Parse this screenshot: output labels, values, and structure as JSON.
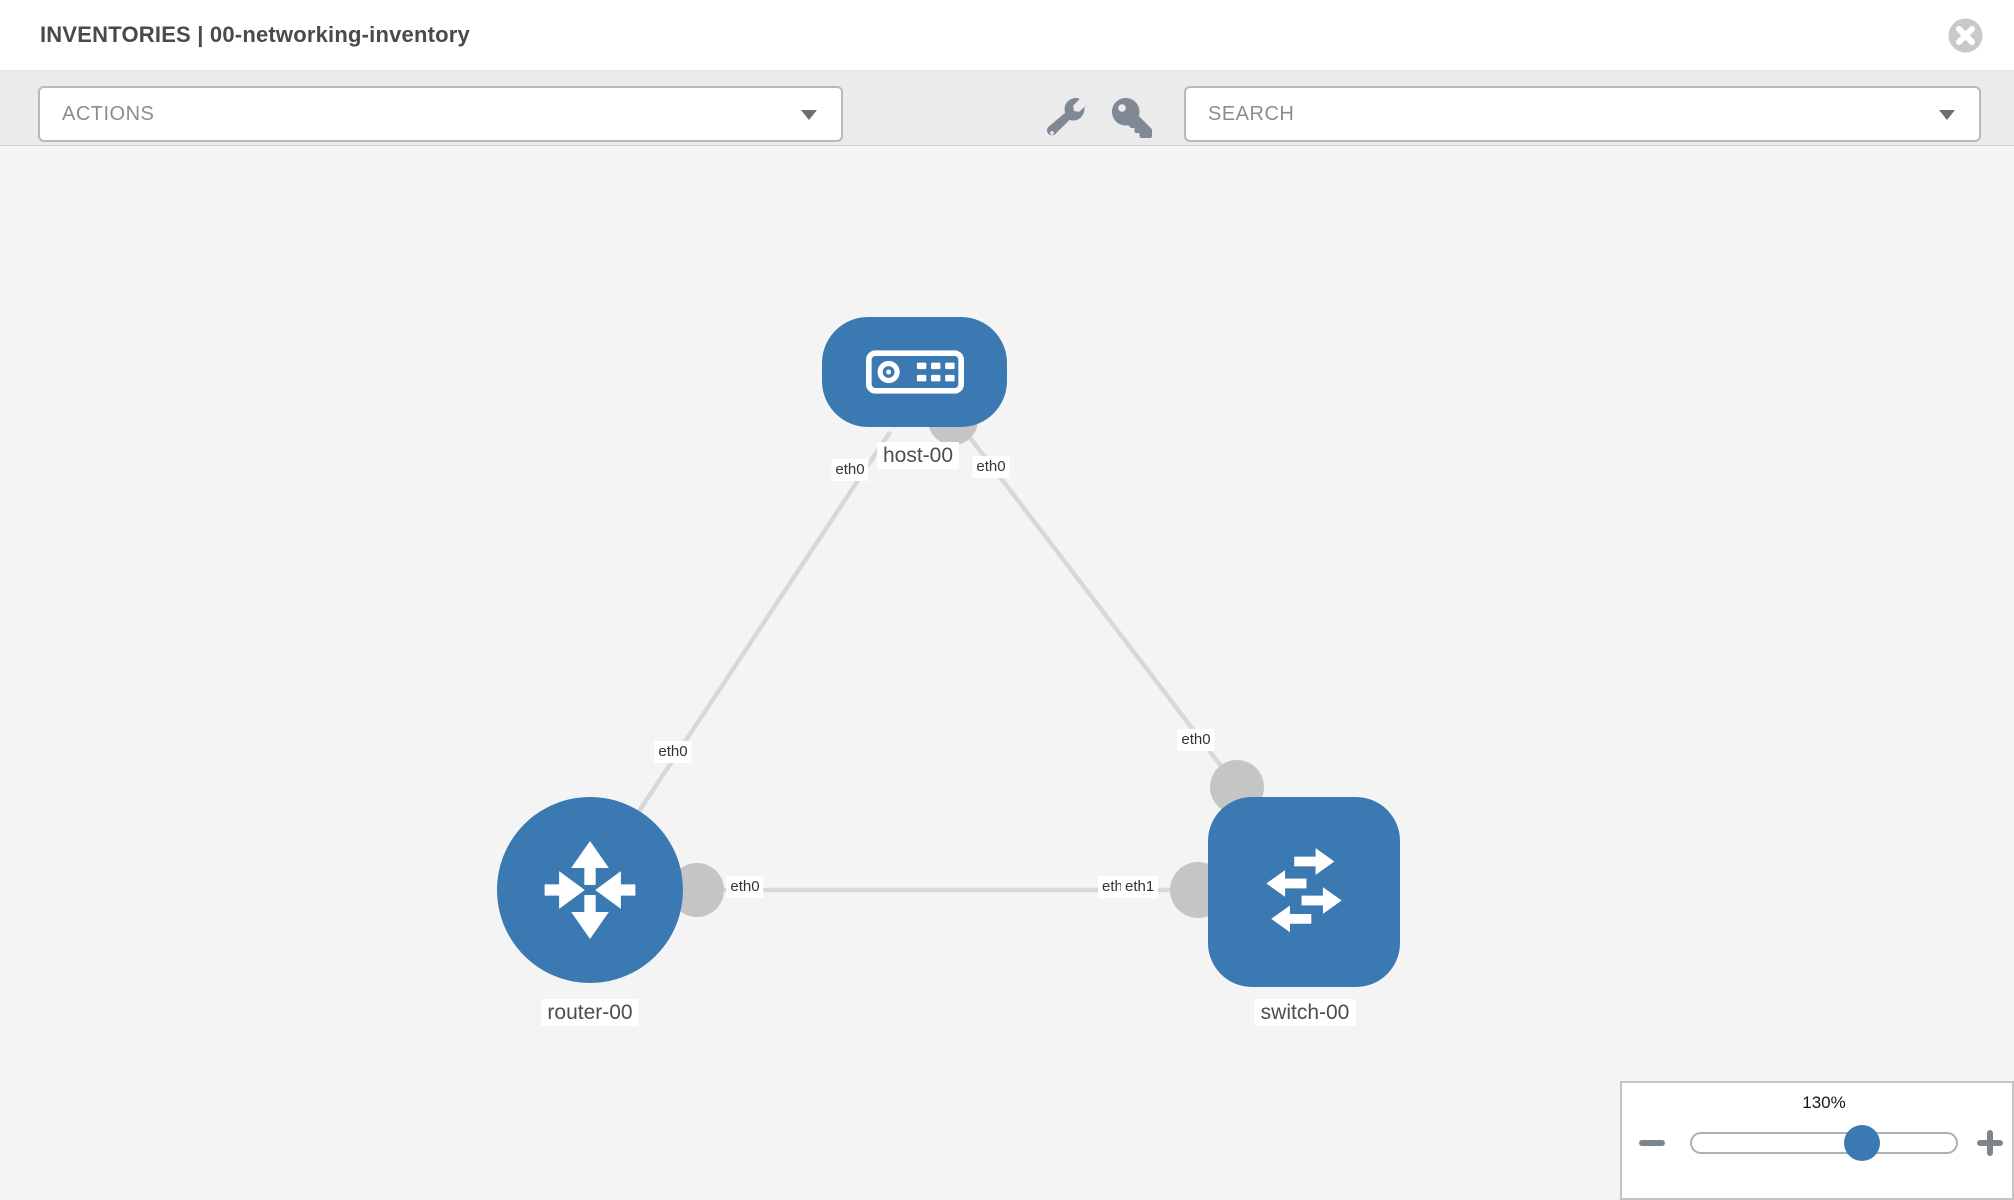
{
  "header": {
    "title": "INVENTORIES | 00-networking-inventory"
  },
  "toolbar": {
    "actions": {
      "label": "ACTIONS"
    },
    "search": {
      "label": "SEARCH"
    }
  },
  "icons": {
    "header": [
      "close-icon"
    ],
    "toolbar": [
      "wrench-icon",
      "key-icon",
      "chevron-down-icon"
    ],
    "zoom_control": [
      "minus-icon",
      "plus-icon"
    ]
  },
  "topology": {
    "nodes": [
      {
        "label": "host-00",
        "type": "host"
      },
      {
        "label": "router-00",
        "type": "router"
      },
      {
        "label": "switch-00",
        "type": "switch"
      }
    ],
    "links": [
      {
        "from": "host-00",
        "to": "router-00",
        "labels": {
          "host_end": "eth0",
          "router_end": "eth0"
        }
      },
      {
        "from": "host-00",
        "to": "switch-00",
        "labels": {
          "host_end": "eth0",
          "switch_end": "eth0"
        }
      },
      {
        "from": "router-00",
        "to": "switch-00",
        "labels": {
          "router_end": "eth0",
          "switch_end_back": "eth0",
          "switch_end_front": "eth1"
        }
      }
    ]
  },
  "zoom_control": {
    "level": "130%"
  }
}
